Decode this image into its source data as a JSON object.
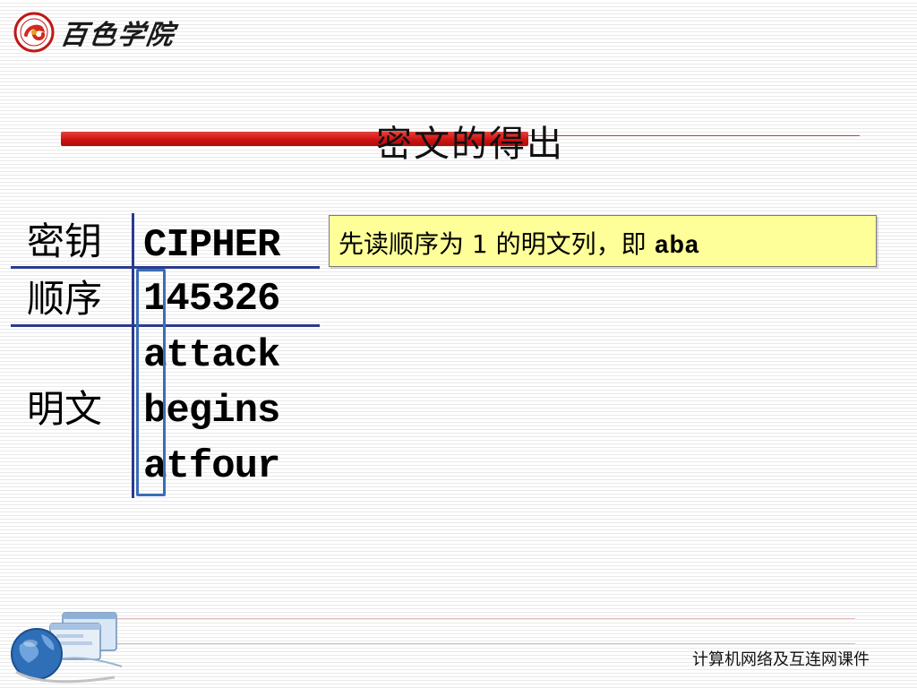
{
  "header": {
    "logo_text": "百色学院"
  },
  "slide": {
    "title": "密文的得出"
  },
  "table": {
    "rows": {
      "key_label": "密钥",
      "order_label": "顺序",
      "plain_label": "明文"
    },
    "key_value": "CIPHER",
    "order_value": "145326",
    "plaintext_lines": [
      "attack",
      "begins",
      "atfour"
    ]
  },
  "note": {
    "text": "先读顺序为 1 的明文列，即 ",
    "bold": "aba"
  },
  "footer": {
    "text": "计算机网络及互连网课件"
  },
  "colors": {
    "accent_red": "#cc1010",
    "table_line": "#2b3b8f",
    "highlight": "#3b6db7",
    "note_bg": "#ffff99"
  }
}
